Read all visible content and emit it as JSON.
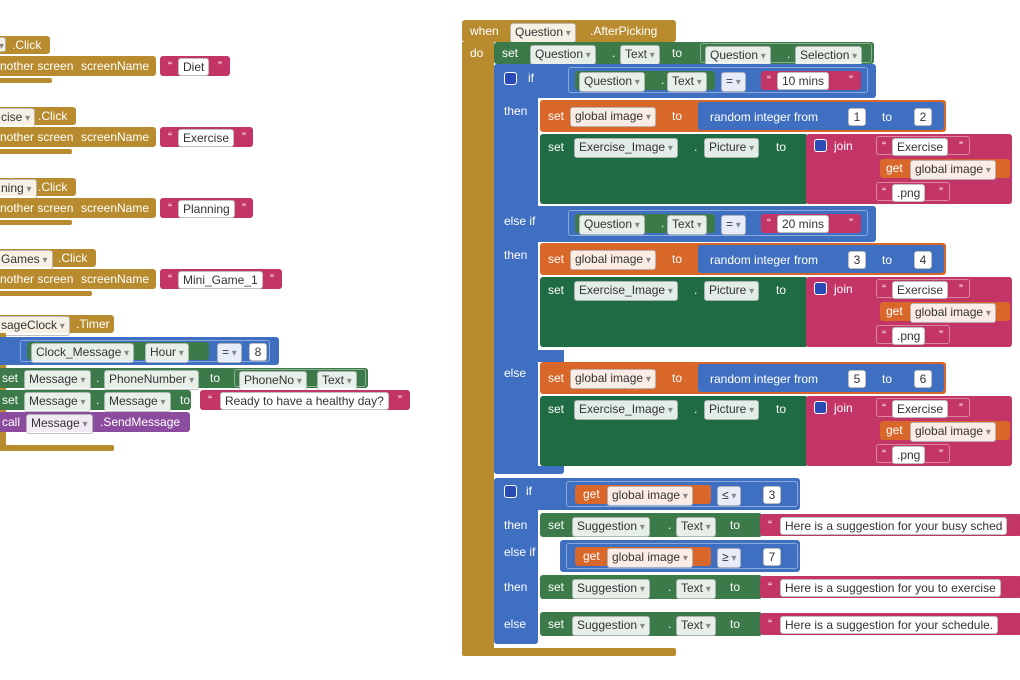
{
  "colors": {
    "event": "#b88c2e",
    "control": "#b88c2e",
    "component": "#3c7a4a",
    "text": "#c43567",
    "math": "#3f6fc1",
    "variable": "#d9672a",
    "logic": "#3f6fc1",
    "call": "#8c4c9e",
    "join": "#c43567"
  },
  "left_blocks": {
    "diet_event": {
      "suffix": ".Click"
    },
    "diet_open": {
      "prefix": "nother screen",
      "param": "screenName",
      "value": "Diet"
    },
    "exercise_event": {
      "component": "cise",
      "suffix": ".Click"
    },
    "exercise_open": {
      "prefix": "nother screen",
      "param": "screenName",
      "value": "Exercise"
    },
    "planning_event": {
      "component": "ning",
      "suffix": ".Click"
    },
    "planning_open": {
      "prefix": "nother screen",
      "param": "screenName",
      "value": "Planning"
    },
    "games_event": {
      "component": "Games",
      "suffix": ".Click"
    },
    "games_open": {
      "prefix": "nother screen",
      "param": "screenName",
      "value": "Mini_Game_1"
    },
    "timer_event": {
      "component": "sageClock",
      "suffix": ".Timer"
    },
    "timer_if": {
      "component": "Clock_Message",
      "property": "Hour",
      "op": "=",
      "value": "8"
    },
    "set_phone": {
      "keyword": "set",
      "component": "Message",
      "property": "PhoneNumber",
      "to": "to",
      "value_component": "PhoneNo",
      "value_property": "Text"
    },
    "set_message": {
      "keyword": "set",
      "component": "Message",
      "property": "Message",
      "to": "to",
      "value": "Ready to have a healthy day?"
    },
    "call_send": {
      "keyword": "call",
      "component": "Message",
      "method": ".SendMessage"
    }
  },
  "main_block": {
    "when": "when",
    "component": "Question",
    "event": ".AfterPicking",
    "do": "do",
    "set1": {
      "keyword": "set",
      "component": "Question",
      "property": "Text",
      "to": "to",
      "value_component": "Question",
      "value_property": "Selection"
    },
    "if1": {
      "keyword": "if",
      "component": "Question",
      "property": "Text",
      "op": "=",
      "value": "10 mins"
    },
    "then1": {
      "label": "then",
      "set_global": {
        "keyword": "set",
        "var": "global image",
        "to": "to",
        "fn": "random integer from",
        "from": "1",
        "to_label": "to",
        "to_val": "2"
      },
      "set_pic": {
        "keyword": "set",
        "component": "Exercise_Image",
        "property": "Picture",
        "to": "to",
        "join": "join",
        "str1": "Exercise",
        "get": "get",
        "get_var": "global image",
        "str2": ".png"
      }
    },
    "elseif1": {
      "keyword": "else if",
      "component": "Question",
      "property": "Text",
      "op": "=",
      "value": "20 mins"
    },
    "then2": {
      "label": "then",
      "set_global": {
        "keyword": "set",
        "var": "global image",
        "to": "to",
        "fn": "random integer from",
        "from": "3",
        "to_label": "to",
        "to_val": "4"
      },
      "set_pic": {
        "keyword": "set",
        "component": "Exercise_Image",
        "property": "Picture",
        "to": "to",
        "join": "join",
        "str1": "Exercise",
        "get": "get",
        "get_var": "global image",
        "str2": ".png"
      }
    },
    "else1": {
      "label": "else",
      "set_global": {
        "keyword": "set",
        "var": "global image",
        "to": "to",
        "fn": "random integer from",
        "from": "5",
        "to_label": "to",
        "to_val": "6"
      },
      "set_pic": {
        "keyword": "set",
        "component": "Exercise_Image",
        "property": "Picture",
        "to": "to",
        "join": "join",
        "str1": "Exercise",
        "get": "get",
        "get_var": "global image",
        "str2": ".png"
      }
    },
    "if2": {
      "keyword": "if",
      "cond1": {
        "get": "get",
        "var": "global image",
        "op": "≤",
        "value": "3"
      },
      "then_a": {
        "label": "then",
        "keyword": "set",
        "component": "Suggestion",
        "property": "Text",
        "to": "to",
        "value": "Here is a suggestion for your busy sched"
      },
      "elseif_label": "else if",
      "cond2": {
        "get": "get",
        "var": "global image",
        "op": "≥",
        "value": "7"
      },
      "then_b": {
        "label": "then",
        "keyword": "set",
        "component": "Suggestion",
        "property": "Text",
        "to": "to",
        "value": "Here is a suggestion for you to exercise"
      },
      "else_label": "else",
      "else_c": {
        "keyword": "set",
        "component": "Suggestion",
        "property": "Text",
        "to": "to",
        "value": "Here is a suggestion for your schedule."
      }
    }
  }
}
